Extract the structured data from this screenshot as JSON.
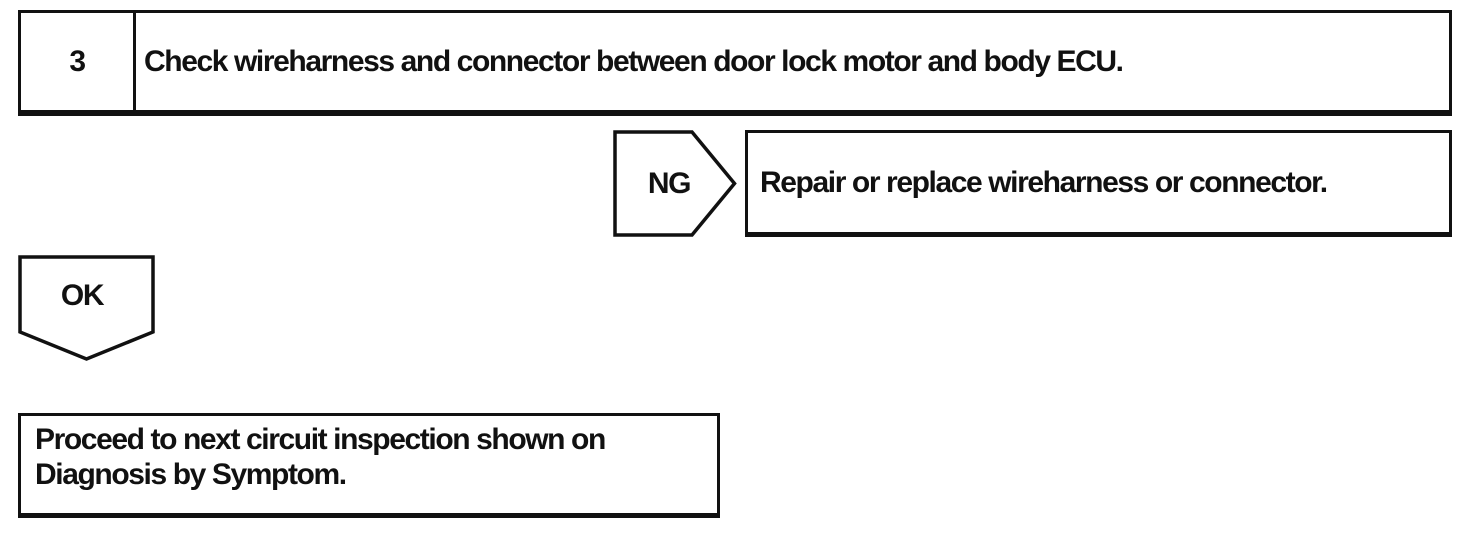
{
  "page": {
    "ink_color": "#111111",
    "paper_color": "#ffffff"
  },
  "flowchart": {
    "step": {
      "number": "3",
      "instruction": "Check wireharness and connector between door lock motor and body ECU."
    },
    "ng_branch": {
      "label": "NG",
      "action": "Repair or replace wireharness or connector."
    },
    "ok_branch": {
      "label": "OK",
      "action": "Proceed to next circuit inspection shown on Diagnosis by Symptom."
    }
  }
}
